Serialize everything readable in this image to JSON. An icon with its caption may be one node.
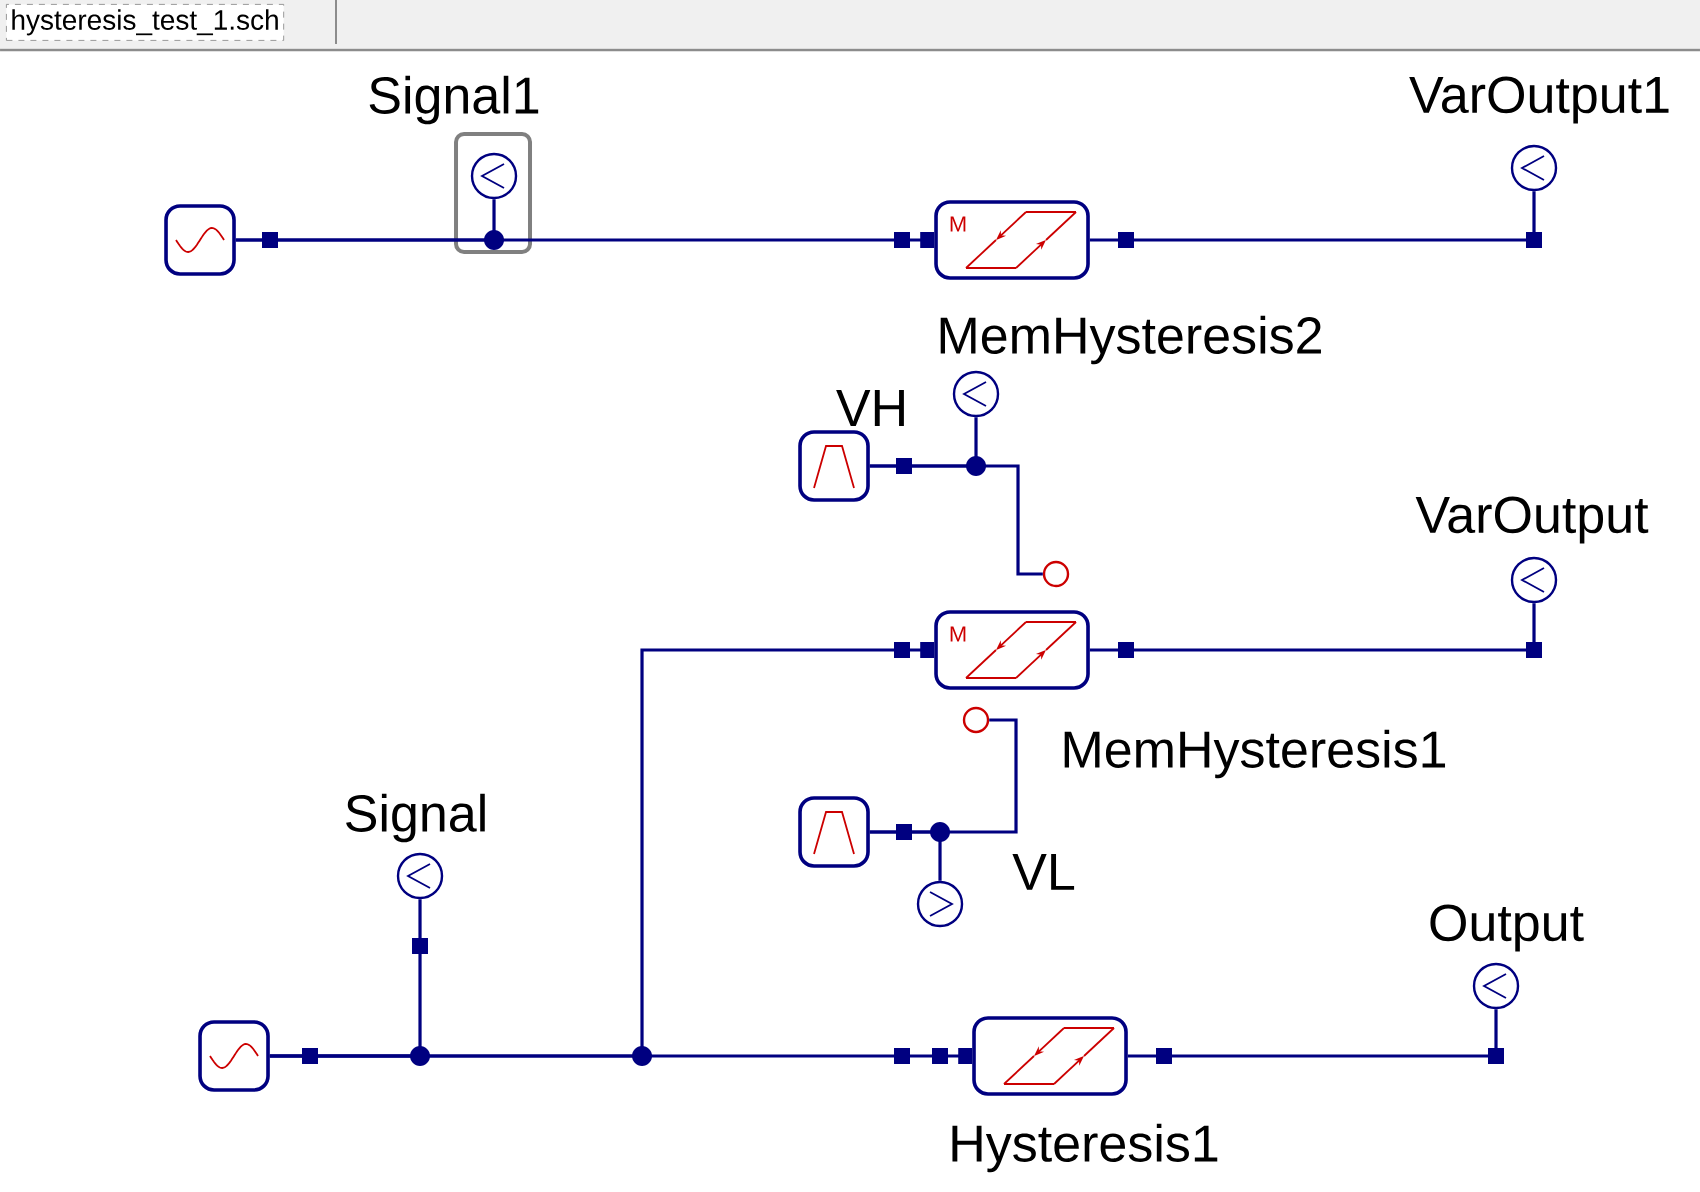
{
  "diagram": {
    "nodes": [
      {
        "text": [],
        "shape": "box"
      },
      {
        "text": [
          "Signal1"
        ]
      },
      {
        "text": [
          "M",
          "MemHysteresis2"
        ]
      },
      {
        "text": [
          "VarOutput1"
        ]
      },
      {
        "text": [
          "VH"
        ]
      },
      {
        "text": [],
        "shape": "circle"
      },
      {
        "text": [],
        "shape": "circle"
      },
      {
        "text": [
          "VarOutput"
        ]
      },
      {
        "text": [
          "M",
          "MemHysteresis1"
        ]
      },
      {
        "text": [],
        "shape": "circle"
      },
      {
        "text": [
          "VL"
        ]
      },
      {
        "text": [],
        "shape": "circle"
      },
      {
        "text": [
          "Signal"
        ]
      },
      {
        "text": [],
        "shape": "box"
      },
      {
        "text": [
          "Hysteresis1"
        ]
      },
      {
        "text": [
          "Output"
        ]
      }
    ],
    "edges": [
      {
        "from": 0,
        "to": 2,
        "arrow": "other"
      },
      {
        "from": 0,
        "to": 1,
        "arrow": "none"
      },
      {
        "from": 2,
        "to": 3,
        "arrow": "none"
      },
      {
        "from": 4,
        "to": 5,
        "arrow": "none"
      },
      {
        "from": 4,
        "to": 6,
        "arrow": "none"
      },
      {
        "from": 8,
        "to": 7,
        "arrow": "none"
      },
      {
        "from": 10,
        "to": 11,
        "arrow": "none"
      },
      {
        "from": 10,
        "to": 9,
        "arrow": "none"
      },
      {
        "from": 13,
        "to": 12,
        "arrow": "none"
      },
      {
        "from": 13,
        "to": 8,
        "arrow": "other"
      },
      {
        "from": 13,
        "to": 14,
        "arrow": "other"
      },
      {
        "from": 14,
        "to": 15,
        "arrow": "none"
      }
    ],
    "labels": [
      "hysteresis_test_1.sch"
    ]
  }
}
